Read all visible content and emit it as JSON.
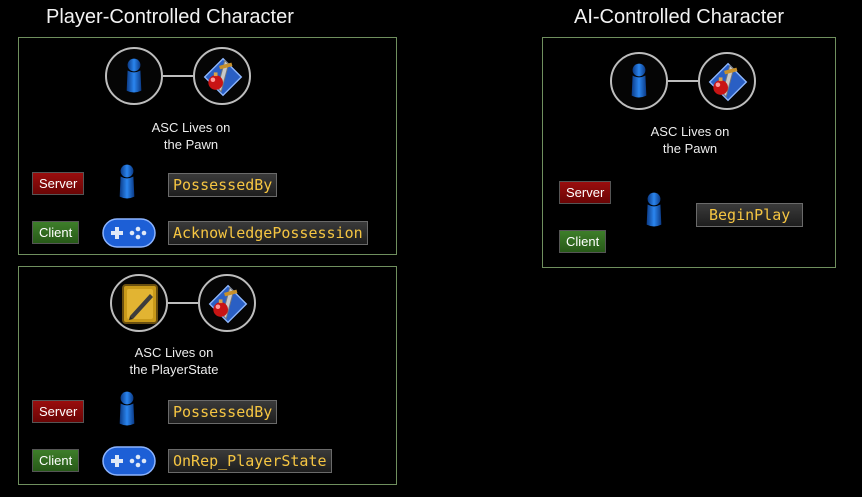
{
  "left": {
    "title": "Player-Controlled Character",
    "pawn_panel": {
      "caption_line1": "ASC Lives on",
      "caption_line2": "the Pawn",
      "server_tag": "Server",
      "server_func": "PossessedBy",
      "client_tag": "Client",
      "client_func": "AcknowledgePossession"
    },
    "playerstate_panel": {
      "caption_line1": "ASC Lives on",
      "caption_line2": "the PlayerState",
      "server_tag": "Server",
      "server_func": "PossessedBy",
      "client_tag": "Client",
      "client_func": "OnRep_PlayerState"
    }
  },
  "right": {
    "title": "AI-Controlled Character",
    "pawn_panel": {
      "caption_line1": "ASC Lives on",
      "caption_line2": "the Pawn",
      "server_tag": "Server",
      "client_tag": "Client",
      "func": "BeginPlay"
    }
  },
  "colors": {
    "panel_border": "#6f8f5e",
    "server": "#8b0a0a",
    "client": "#347a22",
    "func_text": "#f5c542",
    "pawn_blue": "#1e6fd9"
  },
  "icons": {
    "pawn": "pawn-icon",
    "asc": "ability-system-component-icon",
    "gamepad": "gamepad-icon",
    "playerstate": "playerstate-icon"
  }
}
